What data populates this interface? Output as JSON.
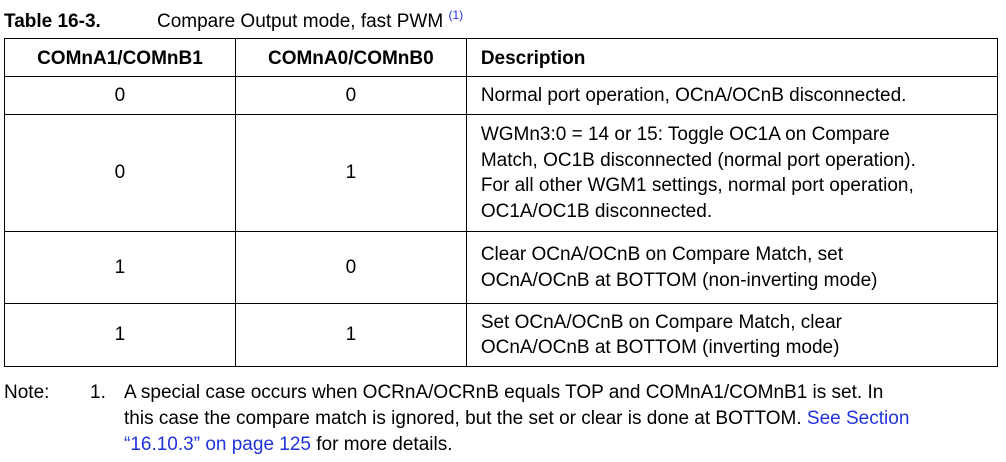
{
  "caption": {
    "number": "Table 16-3.",
    "title": "Compare Output mode, fast PWM",
    "footnote_ref": "(1)"
  },
  "table": {
    "headers": [
      "COMnA1/COMnB1",
      "COMnA0/COMnB0",
      "Description"
    ],
    "rows": [
      {
        "com1": "0",
        "com0": "0",
        "desc": [
          "Normal port operation, OCnA/OCnB disconnected."
        ]
      },
      {
        "com1": "0",
        "com0": "1",
        "desc": [
          "WGMn3:0 = 14 or 15: Toggle OC1A on Compare",
          "Match, OC1B disconnected (normal port operation).",
          "For all other WGM1 settings, normal port operation,",
          "OC1A/OC1B disconnected."
        ]
      },
      {
        "com1": "1",
        "com0": "0",
        "desc": [
          "Clear OCnA/OCnB on Compare Match, set",
          "OCnA/OCnB at BOTTOM (non-inverting mode)"
        ]
      },
      {
        "com1": "1",
        "com0": "1",
        "desc": [
          "Set OCnA/OCnB on Compare Match, clear",
          "OCnA/OCnB at BOTTOM (inverting mode)"
        ]
      }
    ]
  },
  "note": {
    "label": "Note:",
    "index": "1.",
    "line1": "A special case occurs when OCRnA/OCRnB equals TOP and COMnA1/COMnB1 is set. In",
    "line2_text": "this case the compare match is ignored, but the set or clear is done at BOTTOM.",
    "line2_link": "See Section",
    "line3_link": "“16.10.3” on page 125",
    "line3_text": "for more details."
  },
  "colors": {
    "link": "#2233dd",
    "text": "#000000",
    "border": "#000000"
  }
}
